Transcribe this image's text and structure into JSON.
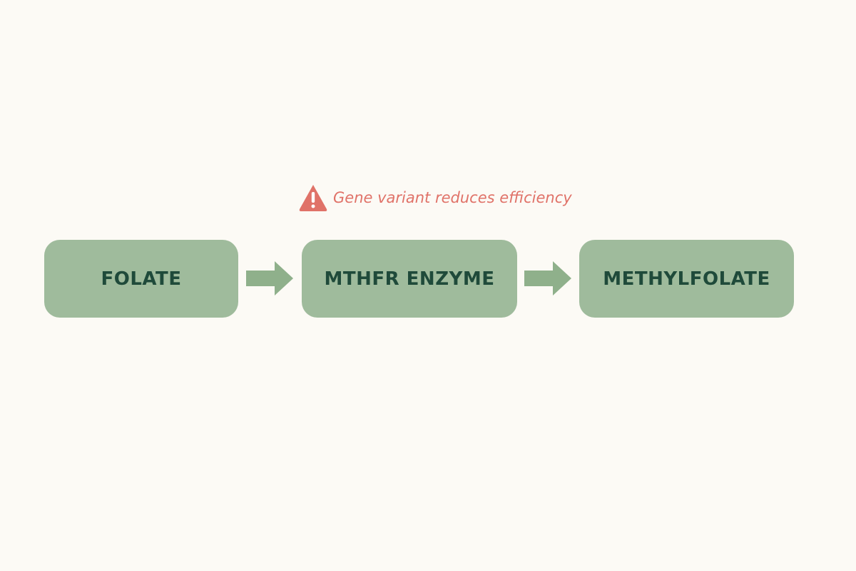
{
  "nodes": [
    {
      "label": "FOLATE"
    },
    {
      "label": "MTHFR ENZYME"
    },
    {
      "label": "METHYLFOLATE"
    }
  ],
  "warning": {
    "text": "Gene variant reduces efficiency",
    "icon": "warning-triangle-icon",
    "color": "#e07268"
  },
  "colors": {
    "background": "#fcfaf5",
    "node_fill": "#9fbb9c",
    "node_text": "#1f4a3a",
    "arrow": "#8fb08b"
  }
}
